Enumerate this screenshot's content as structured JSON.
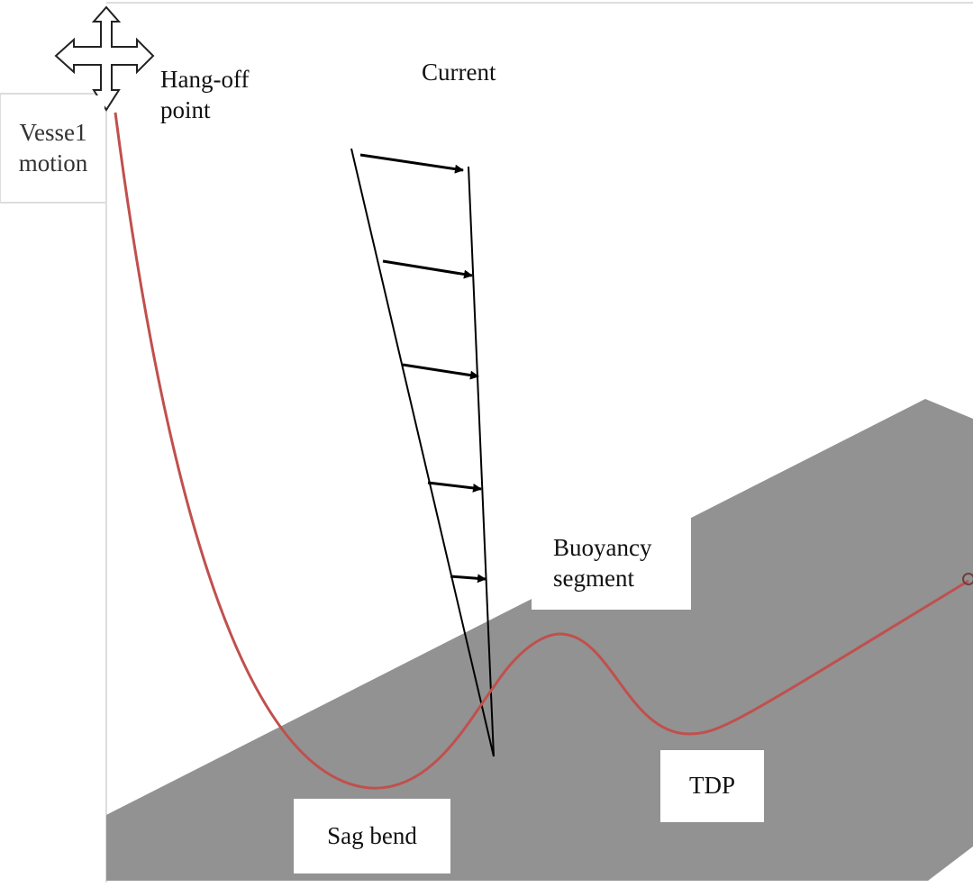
{
  "labels": {
    "vessel_motion": [
      "Vesse1",
      "motion"
    ],
    "hang_off": [
      "Hang-off",
      "point"
    ],
    "current": "Current",
    "buoyancy": [
      "Buoyancy",
      "segment"
    ],
    "tdp": "TDP",
    "sag_bend": "Sag bend"
  },
  "colors": {
    "seabed": "#929292",
    "riser": "#c0504d",
    "line": "#000000"
  }
}
